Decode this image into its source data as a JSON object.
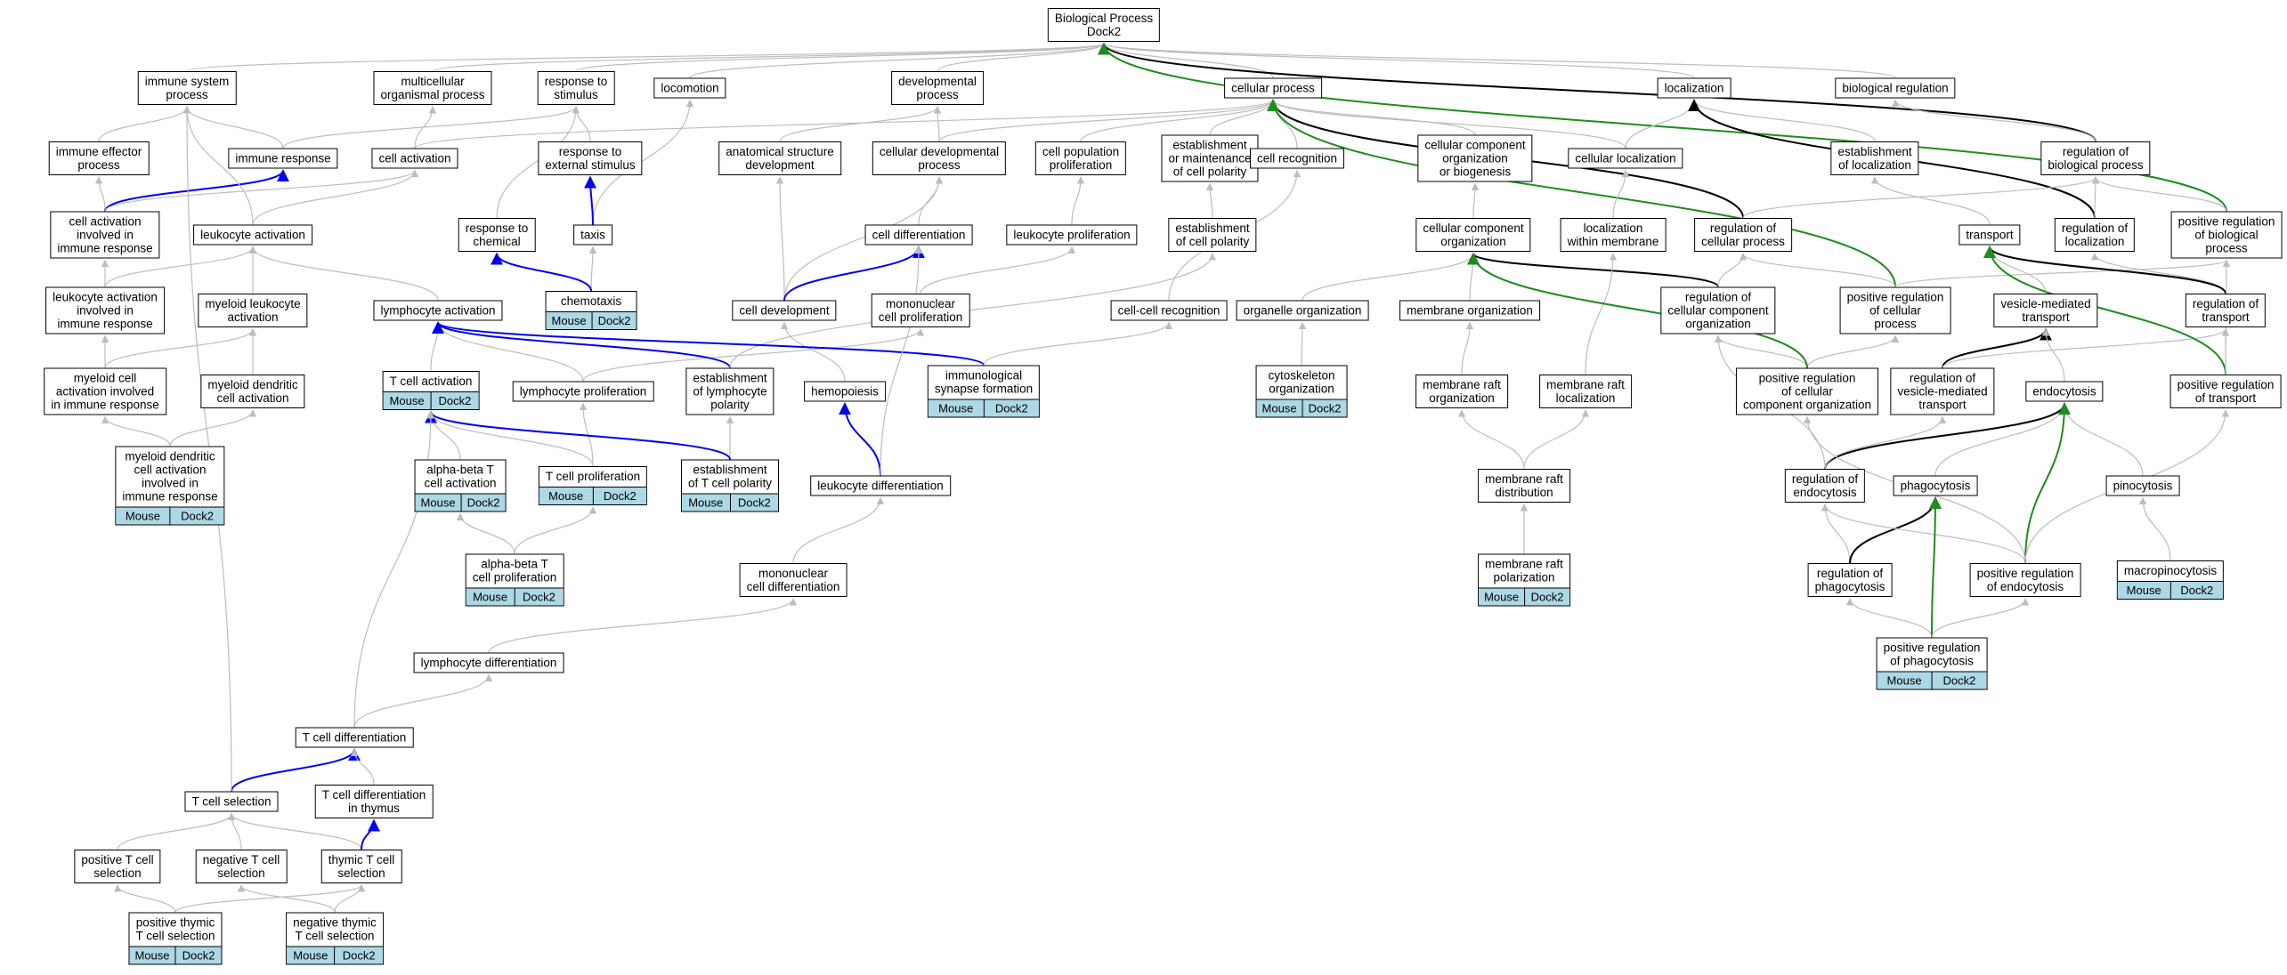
{
  "colors": {
    "gray": "#bdbdbd",
    "blue": "#0000ee",
    "green": "#1e8c1e",
    "black": "#000000",
    "annotation": "#add8e6"
  },
  "nodes": [
    {
      "id": "bp",
      "label": "Biological Process\nDock2"
    },
    {
      "id": "immune_system_process",
      "label": "immune system\nprocess"
    },
    {
      "id": "multicellular",
      "label": "multicellular\norganismal process"
    },
    {
      "id": "response_to_stimulus",
      "label": "response to\nstimulus"
    },
    {
      "id": "locomotion",
      "label": "locomotion"
    },
    {
      "id": "developmental_process",
      "label": "developmental\nprocess"
    },
    {
      "id": "cellular_process",
      "label": "cellular process"
    },
    {
      "id": "localization",
      "label": "localization"
    },
    {
      "id": "biological_regulation",
      "label": "biological regulation"
    },
    {
      "id": "immune_effector",
      "label": "immune effector\nprocess"
    },
    {
      "id": "immune_response",
      "label": "immune response"
    },
    {
      "id": "cell_activation",
      "label": "cell activation"
    },
    {
      "id": "response_external",
      "label": "response to\nexternal stimulus"
    },
    {
      "id": "anatomical",
      "label": "anatomical structure\ndevelopment"
    },
    {
      "id": "cellular_dev",
      "label": "cellular developmental\nprocess"
    },
    {
      "id": "cell_pop_prolif",
      "label": "cell population\nproliferation"
    },
    {
      "id": "estab_maint_polarity",
      "label": "establishment\nor maintenance\nof cell polarity"
    },
    {
      "id": "cell_recognition",
      "label": "cell recognition"
    },
    {
      "id": "ccob",
      "label": "cellular component\norganization\nor biogenesis"
    },
    {
      "id": "cellular_localization",
      "label": "cellular localization"
    },
    {
      "id": "estab_localization",
      "label": "establishment\nof localization"
    },
    {
      "id": "reg_bio_process",
      "label": "regulation of\nbiological process"
    },
    {
      "id": "cell_act_immune",
      "label": "cell activation\ninvolved in\nimmune response"
    },
    {
      "id": "leukocyte_activation",
      "label": "leukocyte activation"
    },
    {
      "id": "response_chemical",
      "label": "response to\nchemical"
    },
    {
      "id": "taxis",
      "label": "taxis"
    },
    {
      "id": "cell_differentiation",
      "label": "cell differentiation"
    },
    {
      "id": "leukocyte_prolif",
      "label": "leukocyte proliferation"
    },
    {
      "id": "estab_cell_polarity",
      "label": "establishment\nof cell polarity"
    },
    {
      "id": "ccorg",
      "label": "cellular component\norganization"
    },
    {
      "id": "loc_within_membrane",
      "label": "localization\nwithin membrane"
    },
    {
      "id": "reg_cellular_process",
      "label": "regulation of\ncellular process"
    },
    {
      "id": "transport",
      "label": "transport"
    },
    {
      "id": "reg_localization",
      "label": "regulation of\nlocalization"
    },
    {
      "id": "pos_reg_bio",
      "label": "positive regulation\nof biological\nprocess"
    },
    {
      "id": "leuk_act_immune",
      "label": "leukocyte activation\ninvolved in\nimmune response"
    },
    {
      "id": "myeloid_leuk_act",
      "label": "myeloid leukocyte\nactivation"
    },
    {
      "id": "lymphocyte_activation",
      "label": "lymphocyte activation"
    },
    {
      "id": "chemotaxis",
      "label": "chemotaxis",
      "anno": [
        "Mouse",
        "Dock2"
      ]
    },
    {
      "id": "cell_development",
      "label": "cell development"
    },
    {
      "id": "mononuclear_prolif",
      "label": "mononuclear\ncell proliferation"
    },
    {
      "id": "cell_cell_recog",
      "label": "cell-cell recognition"
    },
    {
      "id": "organelle_org",
      "label": "organelle organization"
    },
    {
      "id": "membrane_org",
      "label": "membrane organization"
    },
    {
      "id": "reg_cc_org",
      "label": "regulation of\ncellular component\norganization"
    },
    {
      "id": "pos_reg_cellular",
      "label": "positive regulation\nof cellular\nprocess"
    },
    {
      "id": "vesicle_transport",
      "label": "vesicle-mediated\ntransport"
    },
    {
      "id": "reg_transport",
      "label": "regulation of\ntransport"
    },
    {
      "id": "myeloid_cell_act",
      "label": "myeloid cell\nactivation involved\nin immune response"
    },
    {
      "id": "myeloid_dendritic_act",
      "label": "myeloid dendritic\ncell activation"
    },
    {
      "id": "t_cell_activation",
      "label": "T cell activation",
      "anno": [
        "Mouse",
        "Dock2"
      ]
    },
    {
      "id": "lymphocyte_prolif",
      "label": "lymphocyte proliferation"
    },
    {
      "id": "estab_lymph_polarity",
      "label": "establishment\nof lymphocyte\npolarity"
    },
    {
      "id": "hemopoiesis",
      "label": "hemopoiesis"
    },
    {
      "id": "immuno_synapse",
      "label": "immunological\nsynapse formation",
      "anno": [
        "Mouse",
        "Dock2"
      ]
    },
    {
      "id": "cytoskeleton_org",
      "label": "cytoskeleton\norganization",
      "anno": [
        "Mouse",
        "Dock2"
      ]
    },
    {
      "id": "membrane_raft_org",
      "label": "membrane raft\norganization"
    },
    {
      "id": "membrane_raft_loc",
      "label": "membrane raft\nlocalization"
    },
    {
      "id": "pos_reg_cc_org",
      "label": "positive regulation\nof cellular\ncomponent organization"
    },
    {
      "id": "reg_vesicle_transport",
      "label": "regulation of\nvesicle-mediated\ntransport"
    },
    {
      "id": "endocytosis",
      "label": "endocytosis"
    },
    {
      "id": "pos_reg_transport",
      "label": "positive regulation\nof transport"
    },
    {
      "id": "myeloid_dendritic_immune",
      "label": "myeloid dendritic\ncell activation\ninvolved in\nimmune response",
      "anno": [
        "Mouse",
        "Dock2"
      ]
    },
    {
      "id": "alpha_beta_act",
      "label": "alpha-beta T\ncell activation",
      "anno": [
        "Mouse",
        "Dock2"
      ]
    },
    {
      "id": "t_cell_prolif",
      "label": "T cell proliferation",
      "anno": [
        "Mouse",
        "Dock2"
      ]
    },
    {
      "id": "estab_t_polarity",
      "label": "establishment\nof T cell polarity",
      "anno": [
        "Mouse",
        "Dock2"
      ]
    },
    {
      "id": "leukocyte_diff",
      "label": "leukocyte differentiation"
    },
    {
      "id": "membrane_raft_dist",
      "label": "membrane raft\ndistribution"
    },
    {
      "id": "reg_endocytosis",
      "label": "regulation of\nendocytosis"
    },
    {
      "id": "phagocytosis",
      "label": "phagocytosis"
    },
    {
      "id": "pinocytosis",
      "label": "pinocytosis"
    },
    {
      "id": "alpha_beta_prolif",
      "label": "alpha-beta T\ncell proliferation",
      "anno": [
        "Mouse",
        "Dock2"
      ]
    },
    {
      "id": "mononuclear_diff",
      "label": "mononuclear\ncell differentiation"
    },
    {
      "id": "membrane_raft_polar",
      "label": "membrane raft\npolarization",
      "anno": [
        "Mouse",
        "Dock2"
      ]
    },
    {
      "id": "reg_phagocytosis",
      "label": "regulation of\nphagocytosis"
    },
    {
      "id": "pos_reg_endocytosis",
      "label": "positive regulation\nof endocytosis"
    },
    {
      "id": "macropinocytosis",
      "label": "macropinocytosis",
      "anno": [
        "Mouse",
        "Dock2"
      ]
    },
    {
      "id": "lymphocyte_diff",
      "label": "lymphocyte differentiation"
    },
    {
      "id": "pos_reg_phagocytosis",
      "label": "positive regulation\nof phagocytosis",
      "anno": [
        "Mouse",
        "Dock2"
      ]
    },
    {
      "id": "t_cell_diff",
      "label": "T cell differentiation"
    },
    {
      "id": "t_cell_selection",
      "label": "T cell selection"
    },
    {
      "id": "t_cell_diff_thymus",
      "label": "T cell differentiation\nin thymus"
    },
    {
      "id": "pos_t_selection",
      "label": "positive T cell\nselection"
    },
    {
      "id": "neg_t_selection",
      "label": "negative T cell\nselection"
    },
    {
      "id": "thymic_t_selection",
      "label": "thymic T cell\nselection"
    },
    {
      "id": "pos_thymic_selection",
      "label": "positive thymic\nT cell selection",
      "anno": [
        "Mouse",
        "Dock2"
      ]
    },
    {
      "id": "neg_thymic_selection",
      "label": "negative thymic\nT cell selection",
      "anno": [
        "Mouse",
        "Dock2"
      ]
    }
  ],
  "edges": [
    [
      "immune_system_process",
      "bp",
      "gray"
    ],
    [
      "multicellular",
      "bp",
      "gray"
    ],
    [
      "response_to_stimulus",
      "bp",
      "gray"
    ],
    [
      "locomotion",
      "bp",
      "gray"
    ],
    [
      "developmental_process",
      "bp",
      "gray"
    ],
    [
      "cellular_process",
      "bp",
      "gray"
    ],
    [
      "localization",
      "bp",
      "gray"
    ],
    [
      "biological_regulation",
      "bp",
      "gray"
    ],
    [
      "reg_bio_process",
      "bp",
      "black"
    ],
    [
      "pos_reg_bio",
      "bp",
      "green"
    ],
    [
      "immune_effector",
      "immune_system_process",
      "gray"
    ],
    [
      "immune_response",
      "immune_system_process",
      "gray"
    ],
    [
      "immune_response",
      "response_to_stimulus",
      "gray"
    ],
    [
      "cell_activation",
      "multicellular",
      "gray"
    ],
    [
      "response_external",
      "response_to_stimulus",
      "gray"
    ],
    [
      "response_chemical",
      "response_to_stimulus",
      "gray"
    ],
    [
      "taxis",
      "locomotion",
      "gray"
    ],
    [
      "anatomical",
      "developmental_process",
      "gray"
    ],
    [
      "cellular_dev",
      "developmental_process",
      "gray"
    ],
    [
      "cell_activation",
      "cellular_process",
      "gray"
    ],
    [
      "cellular_dev",
      "cellular_process",
      "gray"
    ],
    [
      "cell_pop_prolif",
      "cellular_process",
      "gray"
    ],
    [
      "estab_maint_polarity",
      "cellular_process",
      "gray"
    ],
    [
      "cell_recognition",
      "cellular_process",
      "gray"
    ],
    [
      "ccob",
      "cellular_process",
      "gray"
    ],
    [
      "cellular_localization",
      "cellular_process",
      "gray"
    ],
    [
      "reg_cellular_process",
      "cellular_process",
      "black"
    ],
    [
      "pos_reg_cellular",
      "cellular_process",
      "green"
    ],
    [
      "cellular_localization",
      "localization",
      "gray"
    ],
    [
      "estab_localization",
      "localization",
      "gray"
    ],
    [
      "reg_localization",
      "localization",
      "black"
    ],
    [
      "reg_bio_process",
      "biological_regulation",
      "gray"
    ],
    [
      "cell_act_immune",
      "immune_effector",
      "gray"
    ],
    [
      "cell_act_immune",
      "immune_response",
      "blue"
    ],
    [
      "cell_act_immune",
      "cell_activation",
      "gray"
    ],
    [
      "leukocyte_activation",
      "immune_system_process",
      "gray"
    ],
    [
      "leukocyte_activation",
      "cell_activation",
      "gray"
    ],
    [
      "taxis",
      "response_external",
      "blue"
    ],
    [
      "chemotaxis",
      "taxis",
      "gray"
    ],
    [
      "chemotaxis",
      "response_chemical",
      "blue"
    ],
    [
      "cell_differentiation",
      "cellular_dev",
      "gray"
    ],
    [
      "leukocyte_prolif",
      "cell_pop_prolif",
      "gray"
    ],
    [
      "estab_cell_polarity",
      "estab_maint_polarity",
      "gray"
    ],
    [
      "ccorg",
      "ccob",
      "gray"
    ],
    [
      "loc_within_membrane",
      "cellular_localization",
      "gray"
    ],
    [
      "reg_cellular_process",
      "reg_bio_process",
      "gray"
    ],
    [
      "transport",
      "estab_localization",
      "gray"
    ],
    [
      "reg_localization",
      "reg_bio_process",
      "gray"
    ],
    [
      "pos_reg_bio",
      "reg_bio_process",
      "gray"
    ],
    [
      "leuk_act_immune",
      "cell_act_immune",
      "gray"
    ],
    [
      "leuk_act_immune",
      "leukocyte_activation",
      "gray"
    ],
    [
      "myeloid_leuk_act",
      "leukocyte_activation",
      "gray"
    ],
    [
      "lymphocyte_activation",
      "leukocyte_activation",
      "gray"
    ],
    [
      "cell_development",
      "anatomical",
      "gray"
    ],
    [
      "cell_development",
      "cellular_dev",
      "gray"
    ],
    [
      "cell_development",
      "cell_differentiation",
      "blue"
    ],
    [
      "mononuclear_prolif",
      "leukocyte_prolif",
      "gray"
    ],
    [
      "cell_cell_recog",
      "cell_recognition",
      "gray"
    ],
    [
      "organelle_org",
      "ccorg",
      "gray"
    ],
    [
      "membrane_org",
      "ccorg",
      "gray"
    ],
    [
      "reg_cc_org",
      "ccorg",
      "black"
    ],
    [
      "reg_cc_org",
      "reg_cellular_process",
      "gray"
    ],
    [
      "pos_reg_cellular",
      "reg_cellular_process",
      "gray"
    ],
    [
      "pos_reg_cellular",
      "pos_reg_bio",
      "gray"
    ],
    [
      "vesicle_transport",
      "transport",
      "gray"
    ],
    [
      "reg_transport",
      "reg_localization",
      "gray"
    ],
    [
      "reg_transport",
      "transport",
      "black"
    ],
    [
      "myeloid_cell_act",
      "leuk_act_immune",
      "gray"
    ],
    [
      "myeloid_cell_act",
      "myeloid_leuk_act",
      "gray"
    ],
    [
      "myeloid_dendritic_act",
      "myeloid_leuk_act",
      "gray"
    ],
    [
      "t_cell_activation",
      "lymphocyte_activation",
      "gray"
    ],
    [
      "lymphocyte_prolif",
      "lymphocyte_activation",
      "gray"
    ],
    [
      "lymphocyte_prolif",
      "mononuclear_prolif",
      "gray"
    ],
    [
      "estab_lymph_polarity",
      "lymphocyte_activation",
      "blue"
    ],
    [
      "estab_lymph_polarity",
      "estab_cell_polarity",
      "gray"
    ],
    [
      "hemopoiesis",
      "cell_development",
      "gray"
    ],
    [
      "immuno_synapse",
      "lymphocyte_activation",
      "blue"
    ],
    [
      "immuno_synapse",
      "cell_cell_recog",
      "gray"
    ],
    [
      "cytoskeleton_org",
      "organelle_org",
      "gray"
    ],
    [
      "membrane_raft_org",
      "membrane_org",
      "gray"
    ],
    [
      "membrane_raft_loc",
      "loc_within_membrane",
      "gray"
    ],
    [
      "pos_reg_cc_org",
      "reg_cc_org",
      "gray"
    ],
    [
      "pos_reg_cc_org",
      "pos_reg_cellular",
      "gray"
    ],
    [
      "pos_reg_cc_org",
      "ccorg",
      "green"
    ],
    [
      "reg_vesicle_transport",
      "vesicle_transport",
      "black"
    ],
    [
      "reg_vesicle_transport",
      "reg_transport",
      "gray"
    ],
    [
      "endocytosis",
      "vesicle_transport",
      "gray"
    ],
    [
      "pos_reg_transport",
      "reg_transport",
      "gray"
    ],
    [
      "pos_reg_transport",
      "transport",
      "green"
    ],
    [
      "pos_reg_transport",
      "pos_reg_bio",
      "gray"
    ],
    [
      "myeloid_dendritic_immune",
      "myeloid_cell_act",
      "gray"
    ],
    [
      "myeloid_dendritic_immune",
      "myeloid_dendritic_act",
      "gray"
    ],
    [
      "alpha_beta_act",
      "t_cell_activation",
      "gray"
    ],
    [
      "t_cell_prolif",
      "lymphocyte_prolif",
      "gray"
    ],
    [
      "t_cell_prolif",
      "t_cell_activation",
      "gray"
    ],
    [
      "estab_t_polarity",
      "estab_lymph_polarity",
      "gray"
    ],
    [
      "estab_t_polarity",
      "t_cell_activation",
      "blue"
    ],
    [
      "leukocyte_diff",
      "hemopoiesis",
      "blue"
    ],
    [
      "leukocyte_diff",
      "cell_differentiation",
      "gray"
    ],
    [
      "membrane_raft_dist",
      "membrane_raft_org",
      "gray"
    ],
    [
      "membrane_raft_dist",
      "membrane_raft_loc",
      "gray"
    ],
    [
      "reg_endocytosis",
      "endocytosis",
      "black"
    ],
    [
      "reg_endocytosis",
      "reg_vesicle_transport",
      "gray"
    ],
    [
      "reg_endocytosis",
      "reg_cc_org",
      "gray"
    ],
    [
      "phagocytosis",
      "endocytosis",
      "gray"
    ],
    [
      "pinocytosis",
      "endocytosis",
      "gray"
    ],
    [
      "alpha_beta_prolif",
      "alpha_beta_act",
      "gray"
    ],
    [
      "alpha_beta_prolif",
      "t_cell_prolif",
      "gray"
    ],
    [
      "mononuclear_diff",
      "leukocyte_diff",
      "gray"
    ],
    [
      "membrane_raft_polar",
      "membrane_raft_dist",
      "gray"
    ],
    [
      "reg_phagocytosis",
      "reg_endocytosis",
      "gray"
    ],
    [
      "reg_phagocytosis",
      "phagocytosis",
      "black"
    ],
    [
      "pos_reg_endocytosis",
      "reg_endocytosis",
      "gray"
    ],
    [
      "pos_reg_endocytosis",
      "endocytosis",
      "green"
    ],
    [
      "pos_reg_endocytosis",
      "pos_reg_transport",
      "gray"
    ],
    [
      "pos_reg_endocytosis",
      "pos_reg_cc_org",
      "gray"
    ],
    [
      "macropinocytosis",
      "pinocytosis",
      "gray"
    ],
    [
      "lymphocyte_diff",
      "mononuclear_diff",
      "gray"
    ],
    [
      "pos_reg_phagocytosis",
      "reg_phagocytosis",
      "gray"
    ],
    [
      "pos_reg_phagocytosis",
      "phagocytosis",
      "green"
    ],
    [
      "pos_reg_phagocytosis",
      "pos_reg_endocytosis",
      "gray"
    ],
    [
      "t_cell_diff",
      "lymphocyte_diff",
      "gray"
    ],
    [
      "t_cell_diff",
      "t_cell_activation",
      "gray"
    ],
    [
      "t_cell_selection",
      "t_cell_diff",
      "blue"
    ],
    [
      "t_cell_selection",
      "immune_system_process",
      "gray"
    ],
    [
      "t_cell_diff_thymus",
      "t_cell_diff",
      "gray"
    ],
    [
      "pos_t_selection",
      "t_cell_selection",
      "gray"
    ],
    [
      "neg_t_selection",
      "t_cell_selection",
      "gray"
    ],
    [
      "thymic_t_selection",
      "t_cell_selection",
      "gray"
    ],
    [
      "thymic_t_selection",
      "t_cell_diff_thymus",
      "blue"
    ],
    [
      "pos_thymic_selection",
      "pos_t_selection",
      "gray"
    ],
    [
      "pos_thymic_selection",
      "thymic_t_selection",
      "gray"
    ],
    [
      "neg_thymic_selection",
      "neg_t_selection",
      "gray"
    ],
    [
      "neg_thymic_selection",
      "thymic_t_selection",
      "gray"
    ]
  ]
}
